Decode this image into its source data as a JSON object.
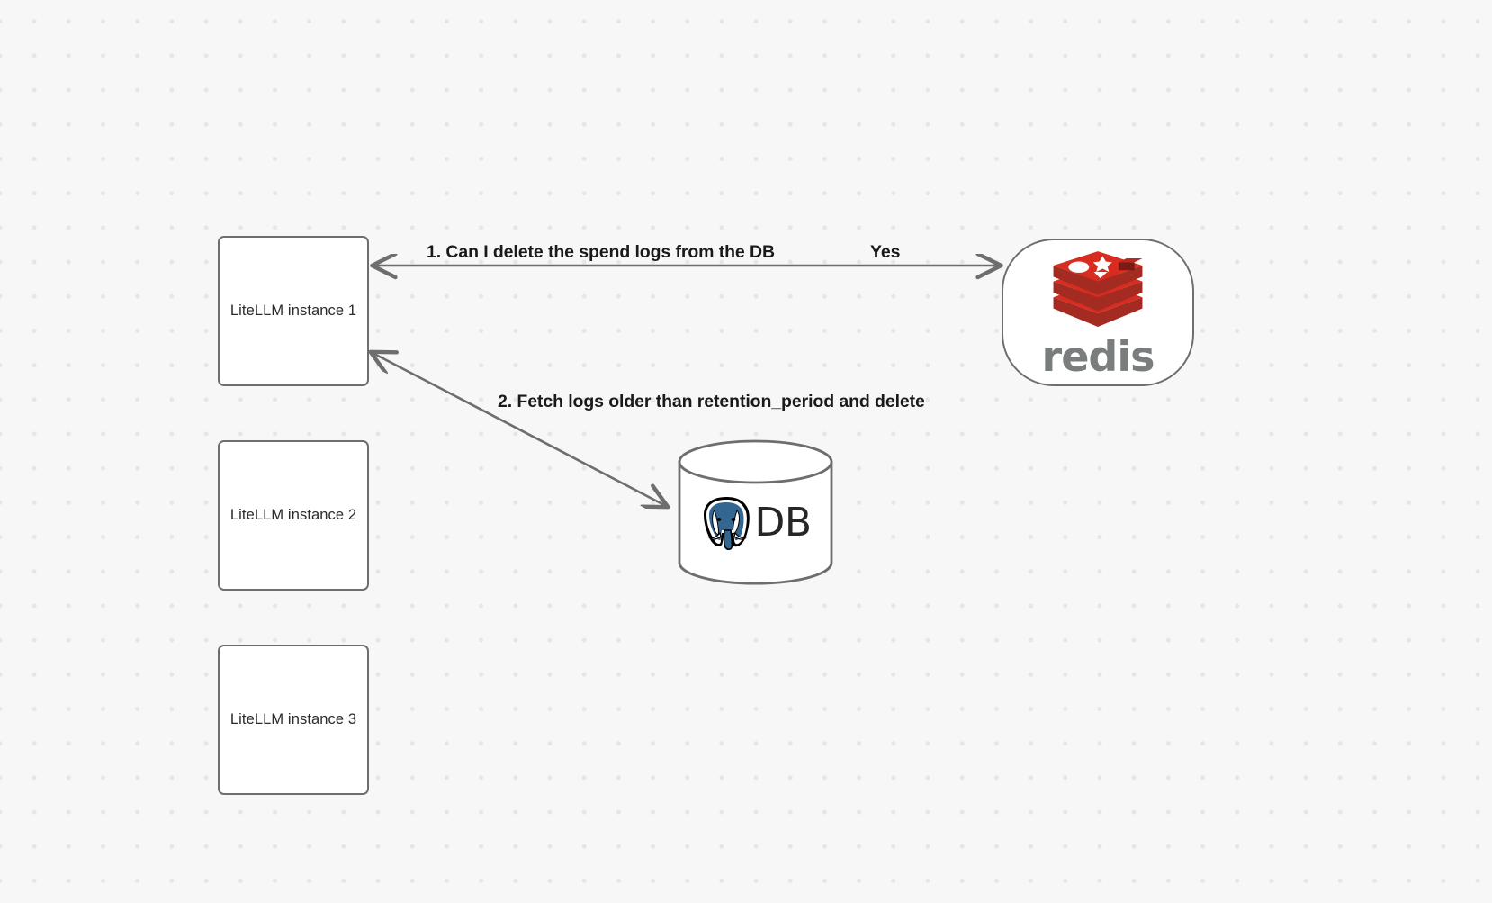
{
  "diagram": {
    "background_color": "#f7f7f7",
    "dot_color": "#e6e6e6",
    "stroke_color": "#6e6e6e",
    "nodes": [
      {
        "id": "litellm-1",
        "label": "LiteLLM instance 1",
        "shape": "rounded-rect"
      },
      {
        "id": "litellm-2",
        "label": "LiteLLM instance 2",
        "shape": "rounded-rect"
      },
      {
        "id": "litellm-3",
        "label": "LiteLLM instance 3",
        "shape": "rounded-rect"
      },
      {
        "id": "redis",
        "label": "redis",
        "shape": "stadium",
        "logo": "redis-logo-icon",
        "accent": "#d82c20"
      },
      {
        "id": "db",
        "label": "DB",
        "shape": "cylinder",
        "logo": "postgresql-elephant-icon",
        "accent": "#336791"
      }
    ],
    "edges": [
      {
        "id": "edge-1",
        "from": "litellm-1",
        "to": "redis",
        "label": "1.  Can I delete the spend logs from the DB",
        "reply_label": "Yes"
      },
      {
        "id": "edge-2",
        "from": "litellm-1",
        "to": "db",
        "label": "2.  Fetch logs older than retention_period and delete"
      }
    ]
  }
}
